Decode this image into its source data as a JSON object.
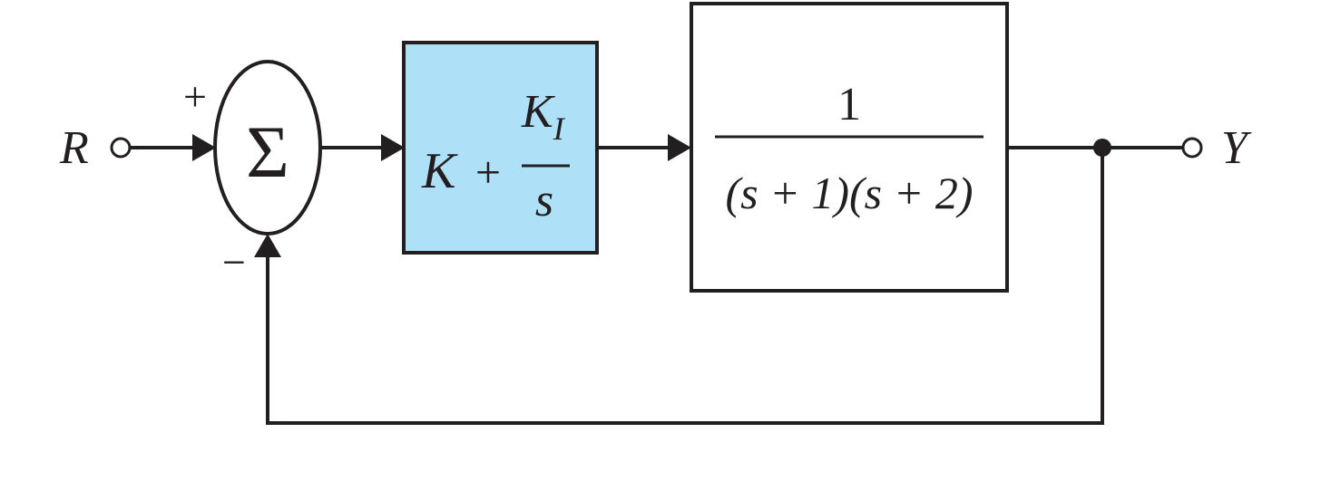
{
  "diagram": {
    "input_label": "R",
    "output_label": "Y",
    "summing_junction": {
      "symbol": "Σ",
      "plus_sign": "+",
      "minus_sign": "−"
    },
    "controller_block": {
      "term_k": "K",
      "plus": "+",
      "ki_main": "K",
      "ki_subscript": "I",
      "denominator": "s",
      "fill_color": "#aee0f7"
    },
    "plant_block": {
      "numerator": "1",
      "denominator": "(s + 1)(s + 2)"
    },
    "line_color": "#231f20"
  }
}
